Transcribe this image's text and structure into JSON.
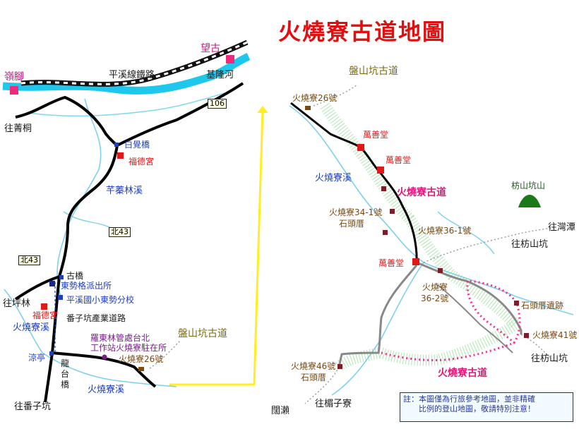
{
  "title": "火燒寮古道地圖",
  "colors": {
    "river": "#1ec8ec",
    "road": "#000000",
    "rail": "#111111",
    "trail": "#ff2a8a",
    "side_trail": "#777777",
    "accent_red": "#e01818",
    "accent_blue": "#1f3fb8",
    "mountain": "#1a7a1a",
    "connector": "#ffee22"
  },
  "left_map": {
    "places": {
      "wanggu": "望古",
      "lingjiao": "嶺腳",
      "railway": "平溪線鐵路",
      "keelung_river": "基隆河",
      "to_jingtong": "往菁桐",
      "baijue_bridge": "白覺橋",
      "fude_temple": "福德宮",
      "qianye_stream": "芊蓁林溪",
      "to_pinglin": "往坪林",
      "old_bridge": "古橋",
      "police_station": "東勢格派出所",
      "school": "平溪國小東勢分校",
      "fude_temple_2": "福德宮",
      "industry_road": "番子坑產業道路",
      "huoshaoliao_stream": "火燒寮溪",
      "forestry_office": "羅東林管處台北",
      "forestry_station": "工作站火燒寮駐在所",
      "panshankeng": "盤山坑古道",
      "house_26": "火燒寮26號",
      "pavilion": "涼亭",
      "longtai_bridge": "龍台橋",
      "huoshaoliao_stream_2": "火燒寮溪",
      "to_fanzikeng": "往番子坑"
    },
    "road_signs": {
      "r106": "106",
      "bei43_a": "北43",
      "bei43_b": "北43"
    }
  },
  "right_map": {
    "places": {
      "panshankeng": "盤山坑古道",
      "house_26": "火燒寮26號",
      "wanshan_1": "萬善堂",
      "wanshan_2": "萬善堂",
      "huoshaoliao_stream": "火燒寮溪",
      "trail_name_1": "火燒寮古道",
      "fangshankeng_mt": "枋山坑山",
      "house_34_1": "火燒寮34-1號",
      "stone_house_1": "石頭厝",
      "house_36_1": "火燒寮36-1號",
      "to_wandan": "往灣潭",
      "to_fangshankeng_1": "往枋山坑",
      "wanshan_3": "萬善堂",
      "house_36_2_a": "火燒寮",
      "house_36_2_b": "36-2號",
      "stone_ruins": "石頭厝遺跡",
      "house_41": "火燒寮41號",
      "to_fangshankeng_2": "往枋山坑",
      "trail_name_2": "火燒寮古道",
      "house_46": "火燒寮46號",
      "stone_house_2": "石頭厝",
      "kuolai": "闊瀨",
      "to_jiezikeng": "往楣子寮"
    }
  },
  "note": {
    "line1": "註：本圖僅為行旅參考地圖，並非精確",
    "line2": "比例的登山地圖，敬請特別注意！"
  }
}
